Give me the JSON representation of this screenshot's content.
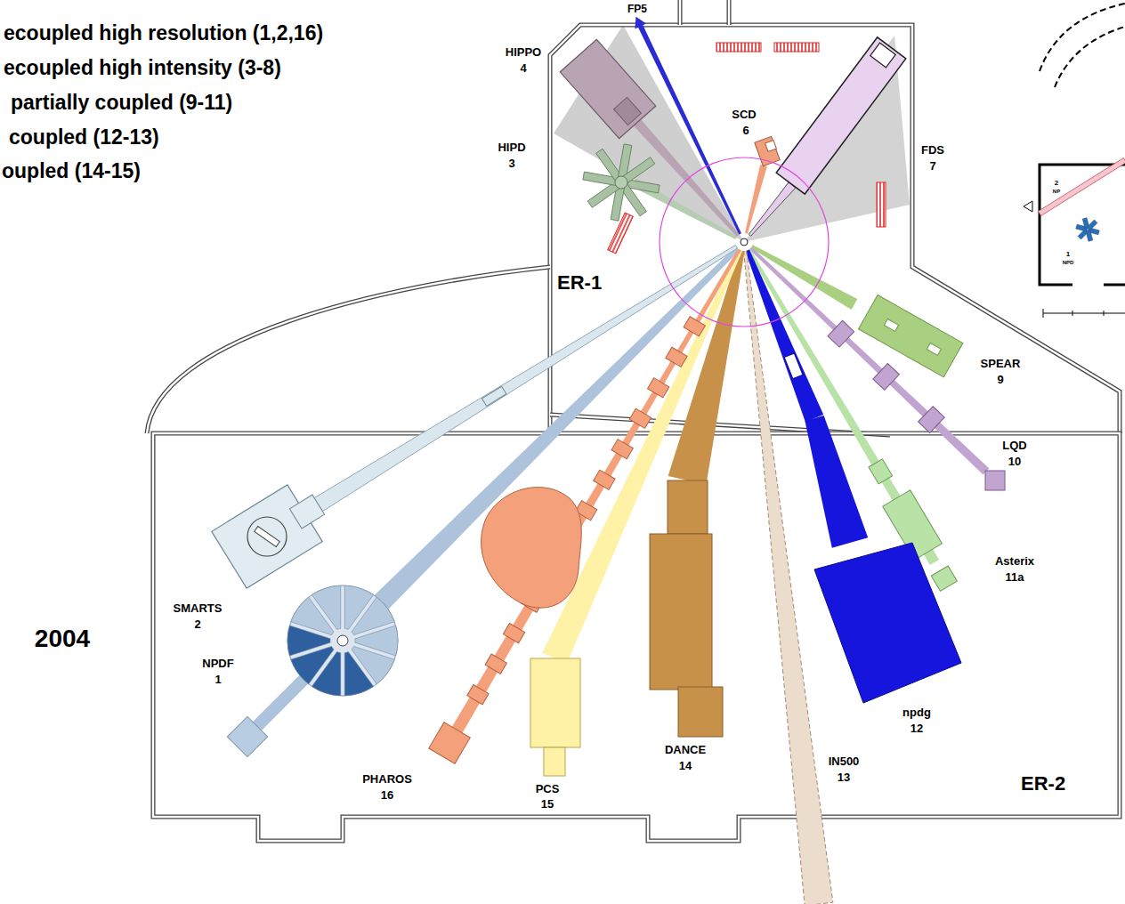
{
  "diagram": {
    "nodes": [
      {
        "text": [
          "ER-1"
        ]
      },
      {
        "text": [
          "ER-2"
        ]
      }
    ],
    "labels": [
      "ecoupled high resolution (1,2,16)",
      "ecoupled high intensity (3-8)",
      "partially coupled (9-11)",
      "coupled (12-13)",
      "oupled (14-15)",
      "FP5",
      "HIPPO",
      "4",
      "HIPD",
      "3",
      "SCD",
      "6",
      "FDS",
      "7",
      "SPEAR",
      "9",
      "LQD",
      "10",
      "Asterix",
      "11a",
      "npdg",
      "12",
      "IN500",
      "13",
      "DANCE",
      "14",
      "PCS",
      "15",
      "PHAROS",
      "16",
      "NPDF",
      "1",
      "SMARTS",
      "2",
      "2004",
      "2",
      "NP",
      "1",
      "NPD"
    ]
  }
}
